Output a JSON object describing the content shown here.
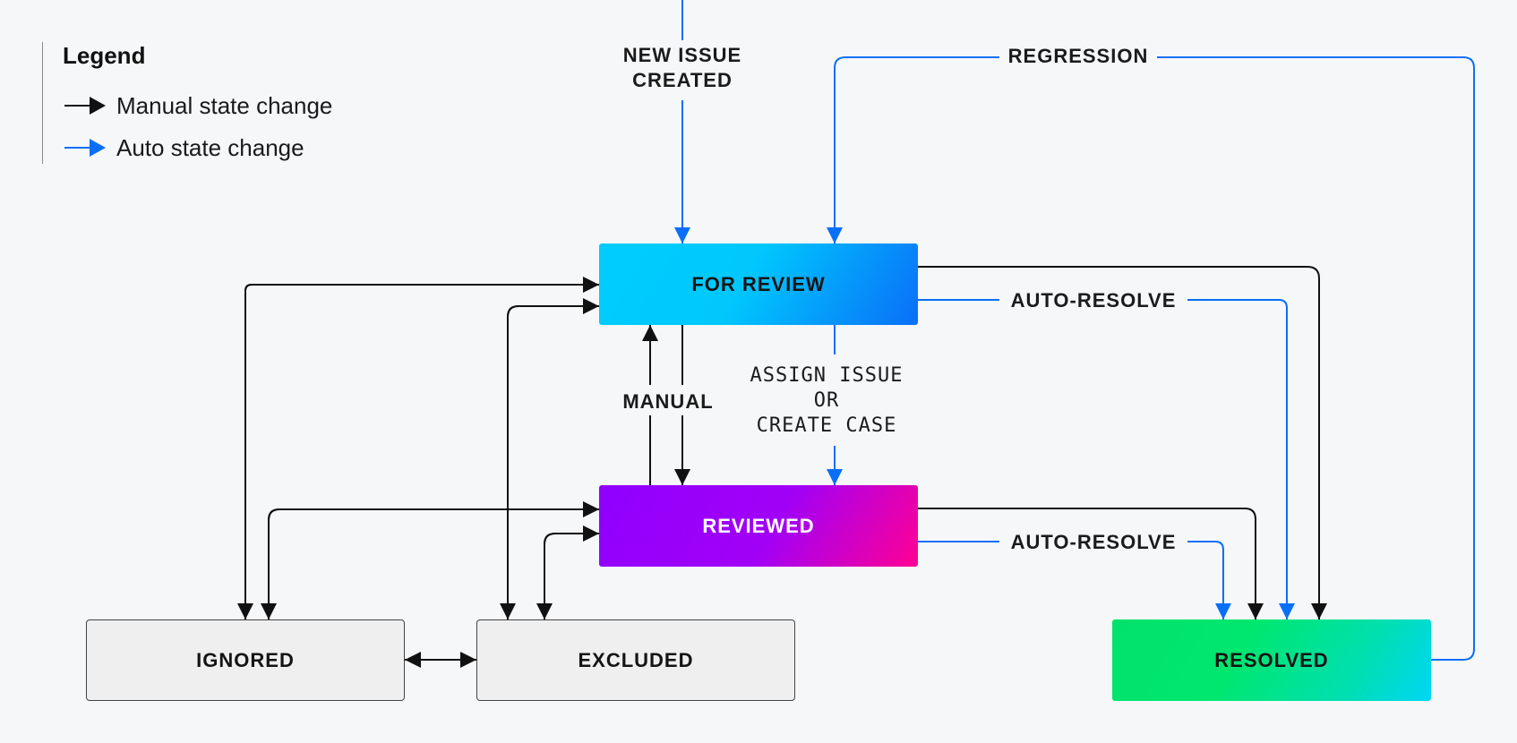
{
  "legend": {
    "title": "Legend",
    "items": [
      {
        "label": "Manual state change",
        "color": "#111111",
        "kind": "manual"
      },
      {
        "label": "Auto state change",
        "color": "#0a6ff8",
        "kind": "auto"
      }
    ]
  },
  "states": {
    "for_review": "FOR REVIEW",
    "reviewed": "REVIEWED",
    "ignored": "IGNORED",
    "excluded": "EXCLUDED",
    "resolved": "RESOLVED"
  },
  "transition_labels": {
    "new_issue": [
      "NEW ISSUE",
      "CREATED"
    ],
    "regression": "REGRESSION",
    "auto_resolve_review": "AUTO-RESOLVE",
    "auto_resolve_reviewed": "AUTO-RESOLVE",
    "manual": "MANUAL",
    "assign": [
      "ASSIGN ISSUE",
      "OR",
      "CREATE CASE"
    ]
  },
  "colors": {
    "manual_arrow": "#111111",
    "auto_arrow": "#0a6ff8",
    "background": "#f6f7f9"
  }
}
